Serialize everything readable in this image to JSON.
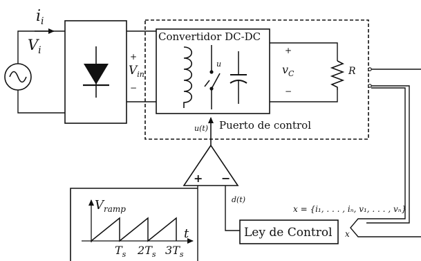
{
  "source": {
    "current": "i",
    "current_sub": "i",
    "voltage": "V",
    "voltage_sub": "i"
  },
  "rectifier": {
    "vin": "V",
    "vin_sub": "in",
    "plus": "+",
    "minus": "−"
  },
  "converter": {
    "title": "Convertidor DC-DC",
    "switch_label": "u"
  },
  "output": {
    "vc": "v",
    "vc_sub": "C",
    "plus": "+",
    "minus": "−",
    "load": "R"
  },
  "control_port": {
    "label": "Puerto de control",
    "signal": "u(t)"
  },
  "comparator": {
    "plus": "+",
    "minus": "−",
    "duty": "d(t)"
  },
  "control_law": {
    "label": "Ley de Control",
    "input": "x"
  },
  "state_vector": {
    "text": "x = {i₁, . . . , iₙ, v₁, . . . , vₙ}"
  },
  "ramp": {
    "ylabel": "V",
    "ylabel_sub": "ramp",
    "xlabel": "t",
    "ticks": [
      {
        "pre": "",
        "sym": "T",
        "sub": "s"
      },
      {
        "pre": "2",
        "sym": "T",
        "sub": "s"
      },
      {
        "pre": "3",
        "sym": "T",
        "sub": "s"
      }
    ]
  }
}
